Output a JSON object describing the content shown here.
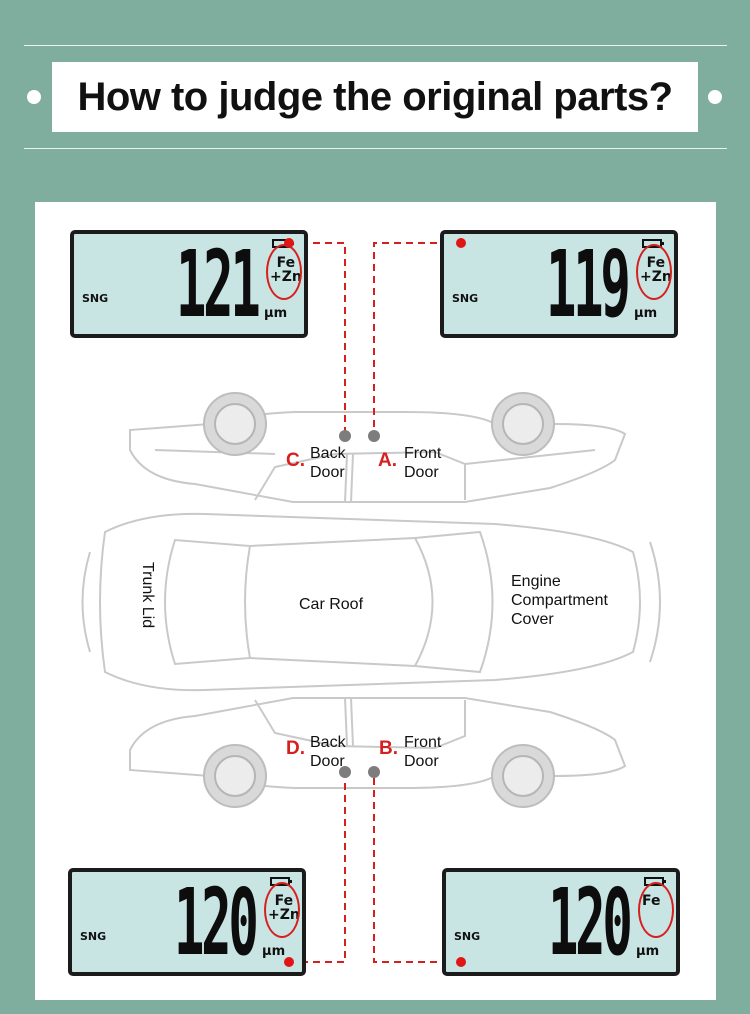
{
  "title": "How to judge the original parts?",
  "meters": [
    {
      "id": "top-left",
      "mode": "SNG",
      "reading": "121",
      "material_line1": "Fe",
      "material_line2": "+Zn",
      "unit": "µm"
    },
    {
      "id": "top-right",
      "mode": "SNG",
      "reading": "119",
      "material_line1": "Fe",
      "material_line2": "+Zn",
      "unit": "µm"
    },
    {
      "id": "bottom-left",
      "mode": "SNG",
      "reading": "120",
      "material_line1": "Fe",
      "material_line2": "+Zn",
      "unit": "µm"
    },
    {
      "id": "bottom-right",
      "mode": "SNG",
      "reading": "120",
      "material_line1": "Fe",
      "material_line2": "",
      "unit": "µm"
    }
  ],
  "parts": {
    "c_letter": "C.",
    "c_line1": "Back",
    "c_line2": "Door",
    "a_letter": "A.",
    "a_line1": "Front",
    "a_line2": "Door",
    "d_letter": "D.",
    "d_line1": "Back",
    "d_line2": "Door",
    "b_letter": "B.",
    "b_line1": "Front",
    "b_line2": "Door",
    "trunk": "Trunk Lid",
    "roof": "Car Roof",
    "engine_line1": "Engine",
    "engine_line2": "Compartment",
    "engine_line3": "Cover"
  },
  "colors": {
    "background": "#7fae9f",
    "accent_red": "#d62020",
    "lcd": "#c8e4e3"
  }
}
